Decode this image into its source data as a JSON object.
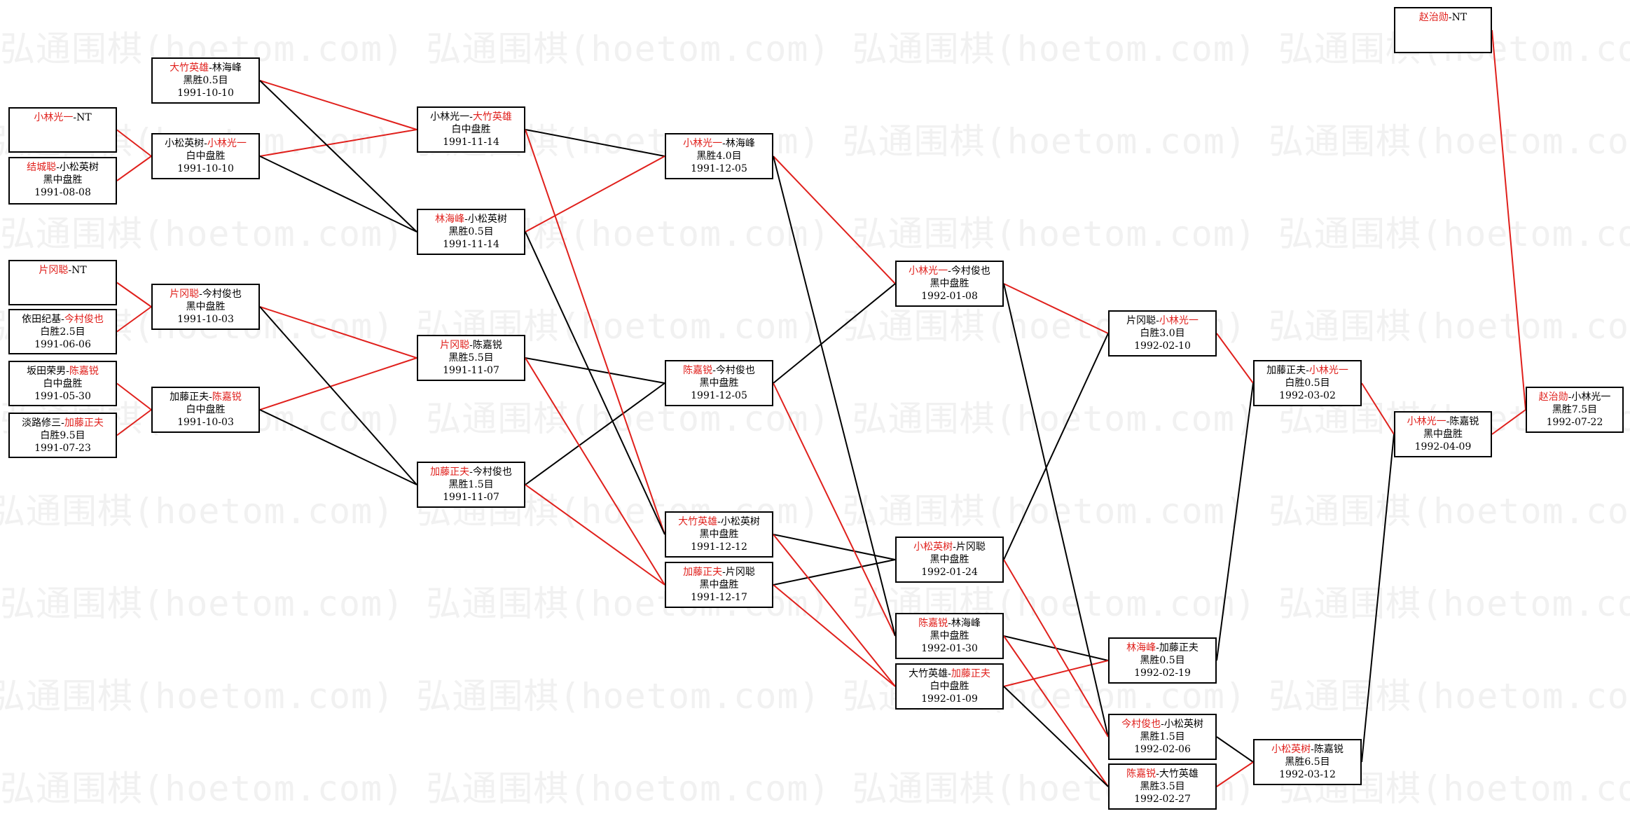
{
  "watermark": "弘通围棋(hoetom.com)",
  "colors": {
    "winner": "#e0201c",
    "line_winner": "#e0201c",
    "line_loser": "#000000",
    "border": "#000000"
  },
  "games": [
    {
      "id": "r1a",
      "p1": "小林光一",
      "sep": "-",
      "p2": "NT",
      "winner": 1,
      "result": "",
      "date": ""
    },
    {
      "id": "r1b",
      "p1": "结城聪",
      "sep": "-",
      "p2": "小松英树",
      "winner": 1,
      "result": "黑中盘胜",
      "date": "1991-08-08"
    },
    {
      "id": "r1c",
      "p1": "片冈聪",
      "sep": "-",
      "p2": "NT",
      "winner": 1,
      "result": "",
      "date": ""
    },
    {
      "id": "r1d",
      "p1": "依田纪基",
      "sep": "-",
      "p2": "今村俊也",
      "winner": 2,
      "result": "白胜2.5目",
      "date": "1991-06-06"
    },
    {
      "id": "r1e",
      "p1": "坂田荣男",
      "sep": "-",
      "p2": "陈嘉锐",
      "winner": 2,
      "result": "白中盘胜",
      "date": "1991-05-30"
    },
    {
      "id": "r1f",
      "p1": "淡路修三",
      "sep": "-",
      "p2": "加藤正夫",
      "winner": 2,
      "result": "白胜9.5目",
      "date": "1991-07-23"
    },
    {
      "id": "r2a",
      "p1": "大竹英雄",
      "sep": "-",
      "p2": "林海峰",
      "winner": 1,
      "result": "黑胜0.5目",
      "date": "1991-10-10"
    },
    {
      "id": "r2b",
      "p1": "小松英树",
      "sep": "-",
      "p2": "小林光一",
      "winner": 2,
      "result": "白中盘胜",
      "date": "1991-10-10"
    },
    {
      "id": "r2c",
      "p1": "片冈聪",
      "sep": "-",
      "p2": "今村俊也",
      "winner": 1,
      "result": "黑中盘胜",
      "date": "1991-10-03"
    },
    {
      "id": "r2d",
      "p1": "加藤正夫",
      "sep": "-",
      "p2": "陈嘉锐",
      "winner": 2,
      "result": "白中盘胜",
      "date": "1991-10-03"
    },
    {
      "id": "r3a",
      "p1": "小林光一",
      "sep": "-",
      "p2": "大竹英雄",
      "winner": 2,
      "result": "白中盘胜",
      "date": "1991-11-14"
    },
    {
      "id": "r3b",
      "p1": "林海峰",
      "sep": "-",
      "p2": "小松英树",
      "winner": 1,
      "result": "黑胜0.5目",
      "date": "1991-11-14"
    },
    {
      "id": "r3c",
      "p1": "片冈聪",
      "sep": "-",
      "p2": "陈嘉锐",
      "winner": 1,
      "result": "黑胜5.5目",
      "date": "1991-11-07"
    },
    {
      "id": "r3d",
      "p1": "加藤正夫",
      "sep": "-",
      "p2": "今村俊也",
      "winner": 1,
      "result": "黑胜1.5目",
      "date": "1991-11-07"
    },
    {
      "id": "r4a",
      "p1": "小林光一",
      "sep": "-",
      "p2": "林海峰",
      "winner": 1,
      "result": "黑胜4.0目",
      "date": "1991-12-05"
    },
    {
      "id": "r4b",
      "p1": "陈嘉锐",
      "sep": "-",
      "p2": "今村俊也",
      "winner": 1,
      "result": "黑中盘胜",
      "date": "1991-12-05"
    },
    {
      "id": "r4c",
      "p1": "大竹英雄",
      "sep": "-",
      "p2": "小松英树",
      "winner": 1,
      "result": "黑中盘胜",
      "date": "1991-12-12"
    },
    {
      "id": "r4d",
      "p1": "加藤正夫",
      "sep": "-",
      "p2": "片冈聪",
      "winner": 1,
      "result": "黑中盘胜",
      "date": "1991-12-17"
    },
    {
      "id": "r5a",
      "p1": "小林光一",
      "sep": "-",
      "p2": "今村俊也",
      "winner": 1,
      "result": "黑中盘胜",
      "date": "1992-01-08"
    },
    {
      "id": "r5b",
      "p1": "小松英树",
      "sep": "-",
      "p2": "片冈聪",
      "winner": 1,
      "result": "黑中盘胜",
      "date": "1992-01-24"
    },
    {
      "id": "r5c",
      "p1": "陈嘉锐",
      "sep": "-",
      "p2": "林海峰",
      "winner": 1,
      "result": "黑中盘胜",
      "date": "1992-01-30"
    },
    {
      "id": "r5d",
      "p1": "大竹英雄",
      "sep": "-",
      "p2": "加藤正夫",
      "winner": 2,
      "result": "白中盘胜",
      "date": "1992-01-09"
    },
    {
      "id": "r6a",
      "p1": "片冈聪",
      "sep": "-",
      "p2": "小林光一",
      "winner": 2,
      "result": "白胜3.0目",
      "date": "1992-02-10"
    },
    {
      "id": "r6b",
      "p1": "林海峰",
      "sep": "-",
      "p2": "加藤正夫",
      "winner": 1,
      "result": "黑胜0.5目",
      "date": "1992-02-19"
    },
    {
      "id": "r6c",
      "p1": "今村俊也",
      "sep": "-",
      "p2": "小松英树",
      "winner": 1,
      "result": "黑胜1.5目",
      "date": "1992-02-06"
    },
    {
      "id": "r6d",
      "p1": "陈嘉锐",
      "sep": "-",
      "p2": "大竹英雄",
      "winner": 1,
      "result": "黑胜3.5目",
      "date": "1992-02-27"
    },
    {
      "id": "r7a",
      "p1": "加藤正夫",
      "sep": "-",
      "p2": "小林光一",
      "winner": 2,
      "result": "白胜0.5目",
      "date": "1992-03-02"
    },
    {
      "id": "r7b",
      "p1": "小松英树",
      "sep": "-",
      "p2": "陈嘉锐",
      "winner": 1,
      "result": "黑胜6.5目",
      "date": "1992-03-12"
    },
    {
      "id": "r8a",
      "p1": "小林光一",
      "sep": "-",
      "p2": "陈嘉锐",
      "winner": 1,
      "result": "黑中盘胜",
      "date": "1992-04-09"
    },
    {
      "id": "r9a",
      "p1": "赵治勋",
      "sep": "-",
      "p2": "NT",
      "winner": 1,
      "result": "",
      "date": ""
    },
    {
      "id": "r9b",
      "p1": "赵治勋",
      "sep": "-",
      "p2": "小林光一",
      "winner": 1,
      "result": "黑胜7.5目",
      "date": "1992-07-22"
    }
  ]
}
